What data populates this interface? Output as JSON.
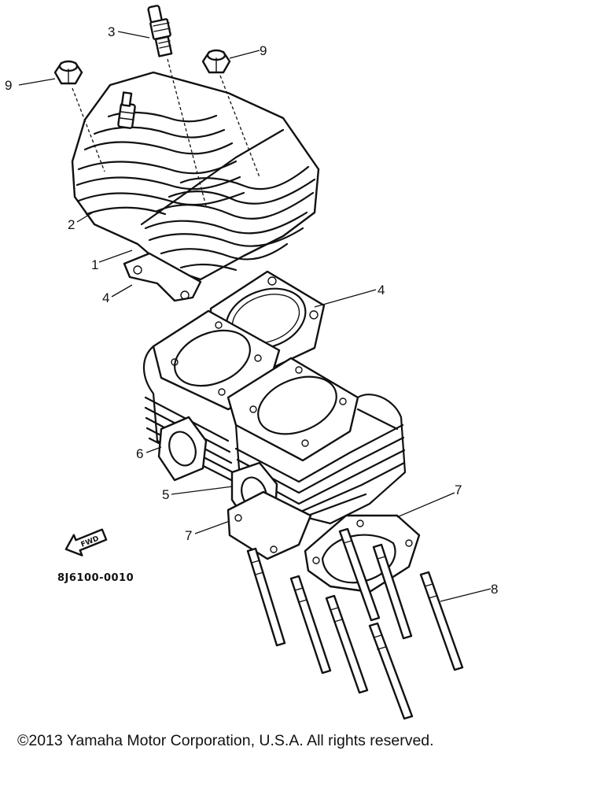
{
  "diagram": {
    "callouts": {
      "c1": "1",
      "c2": "2",
      "c3": "3",
      "c4a": "4",
      "c4b": "4",
      "c5": "5",
      "c6": "6",
      "c7a": "7",
      "c7b": "7",
      "c8": "8",
      "c9a": "9",
      "c9b": "9"
    },
    "reference_code": "8J6100-0010",
    "fwd_label": "FWD"
  },
  "footer": {
    "copyright": "©2013 Yamaha Motor Corporation, U.S.A. All rights reserved."
  }
}
